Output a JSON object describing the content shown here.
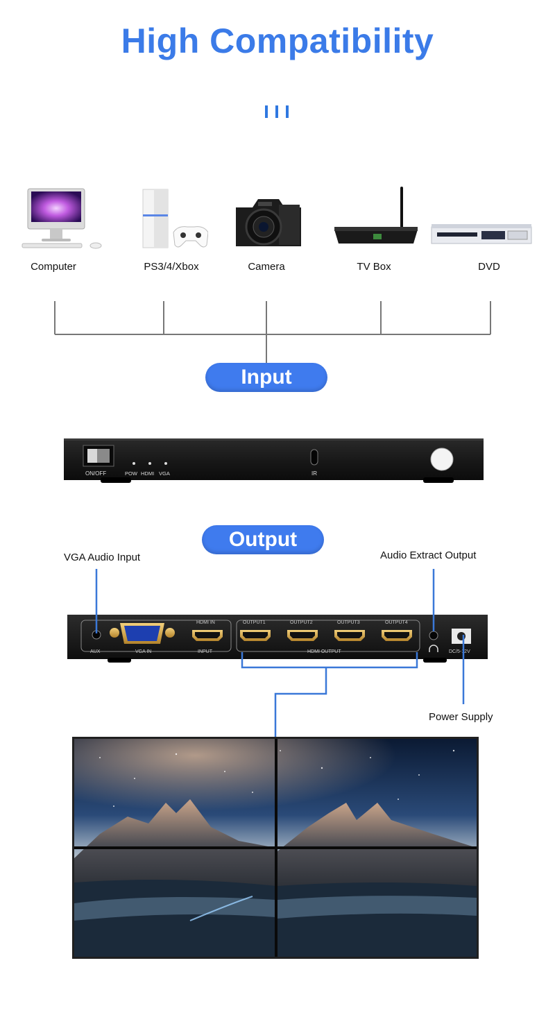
{
  "header": {
    "title": "High Compatibility"
  },
  "devices": [
    {
      "label": "Computer",
      "icon": "computer-icon"
    },
    {
      "label": "PS3/4/Xbox",
      "icon": "game-console-icon"
    },
    {
      "label": "Camera",
      "icon": "camera-icon"
    },
    {
      "label": "TV Box",
      "icon": "tv-box-icon"
    },
    {
      "label": "DVD",
      "icon": "dvd-player-icon"
    }
  ],
  "input": {
    "pill_label": "Input",
    "front_panel": {
      "switch_label": "ON/OFF",
      "leds": [
        "POW",
        "HDMI",
        "VGA"
      ],
      "ir_label": "IR"
    }
  },
  "output": {
    "pill_label": "Output",
    "callouts": {
      "vga_audio": "VGA Audio Input",
      "audio_extract": "Audio Extract Output",
      "power": "Power Supply"
    },
    "rear_panel": {
      "aux": "AUX",
      "vga_in": "VGA IN",
      "hdmi_in": "HDMI IN",
      "input_label": "INPUT",
      "outputs": [
        "OUTPUT1",
        "OUTPUT2",
        "OUTPUT3",
        "OUTPUT4"
      ],
      "hdmi_output": "HDMI OUTPUT",
      "dc": "DC/5-12V"
    }
  },
  "colors": {
    "accent": "#3f7bee",
    "title": "#3b7be8",
    "cable": "#3a78d8"
  }
}
